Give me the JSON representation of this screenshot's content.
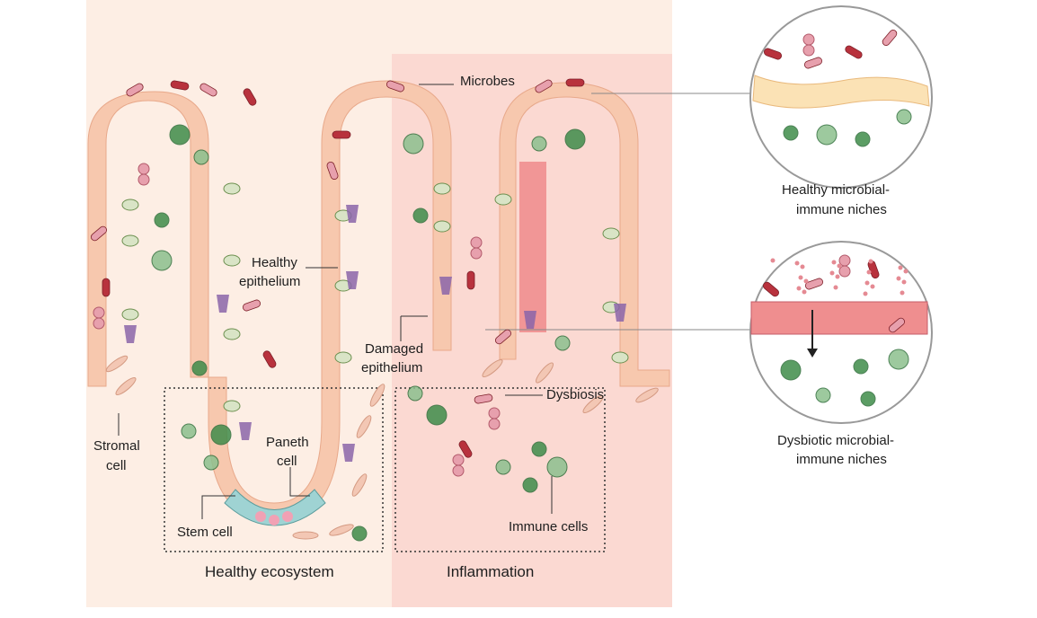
{
  "colors": {
    "healthy_bg": "#fdeee4",
    "inflamed_bg": "#fbd9d2",
    "epithelium": "#f7c8ae",
    "brush_border": "#f0b79a",
    "damaged_cell": "#ef8e8f",
    "immune_green": "#8cc08e",
    "dark_green": "#3f8c4a",
    "goblet": "#d9e4c6",
    "tuft_purple": "#8b65a9",
    "bacteria_red": "#b8323d",
    "bacteria_pink": "#e7a0ad"
  },
  "labels": {
    "microbes": "Microbes",
    "healthy_epithelium_1": "Healthy",
    "healthy_epithelium_2": "epithelium",
    "damaged_epithelium_1": "Damaged",
    "damaged_epithelium_2": "epithelium",
    "dysbiosis": "Dysbiosis",
    "stromal_cell_1": "Stromal",
    "stromal_cell_2": "cell",
    "paneth_cell_1": "Paneth",
    "paneth_cell_2": "cell",
    "stem_cell": "Stem cell",
    "immune_cells": "Immune cells",
    "healthy_ecosystem": "Healthy ecosystem",
    "inflammation": "Inflammation",
    "healthy_niches_1": "Healthy microbial-",
    "healthy_niches_2": "immune niches",
    "dysbiotic_niches_1": "Dysbiotic microbial-",
    "dysbiotic_niches_2": "immune niches"
  }
}
